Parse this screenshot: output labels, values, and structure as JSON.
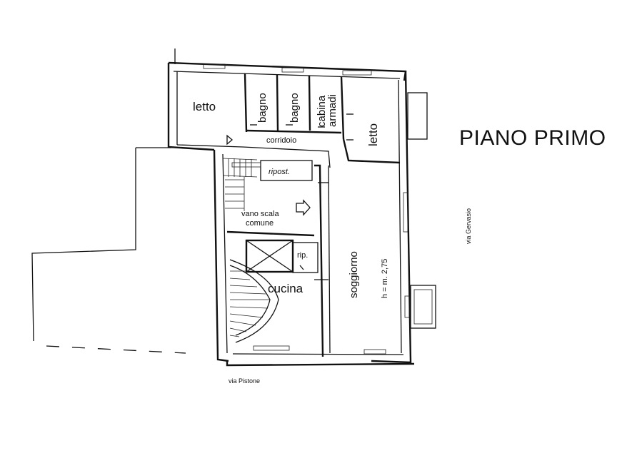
{
  "title": "PIANO PRIMO",
  "rooms": {
    "letto_ovest": "letto",
    "bagno_1": "bagno",
    "bagno_2": "bagno",
    "cabina_line1": "cabina",
    "cabina_line2": "armadi",
    "letto_est": "letto",
    "corridoio": "corridoio",
    "ripostiglio": "ripost.",
    "vano_scala_line1": "vano scala",
    "vano_scala_line2": "comune",
    "rip": "rip.",
    "cucina": "cucina",
    "soggiorno": "soggiorno",
    "altezza": "h = m. 2,75"
  },
  "streets": {
    "south": "via Pistone",
    "east": "via Gervasio"
  }
}
